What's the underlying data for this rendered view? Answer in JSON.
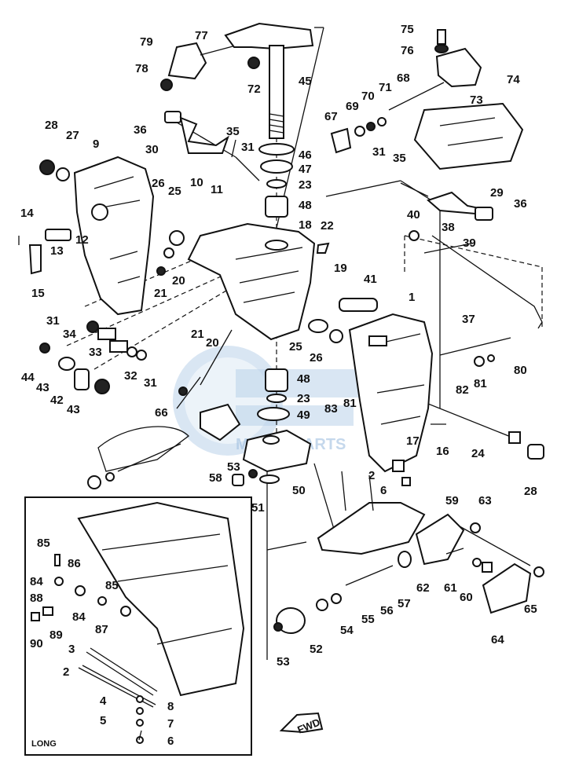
{
  "diagram": {
    "inset_label": "LONG",
    "direction_label": "FWD",
    "watermark_text": "MOTORPARTS"
  },
  "callouts": [
    {
      "id": "c79",
      "text": "79"
    },
    {
      "id": "c77",
      "text": "77"
    },
    {
      "id": "c78",
      "text": "78"
    },
    {
      "id": "c72",
      "text": "72"
    },
    {
      "id": "c45",
      "text": "45"
    },
    {
      "id": "c75",
      "text": "75"
    },
    {
      "id": "c76",
      "text": "76"
    },
    {
      "id": "c74",
      "text": "74"
    },
    {
      "id": "c73",
      "text": "73"
    },
    {
      "id": "c68",
      "text": "68"
    },
    {
      "id": "c71",
      "text": "71"
    },
    {
      "id": "c70",
      "text": "70"
    },
    {
      "id": "c69",
      "text": "69"
    },
    {
      "id": "c67",
      "text": "67"
    },
    {
      "id": "c36a",
      "text": "36"
    },
    {
      "id": "c30",
      "text": "30"
    },
    {
      "id": "c35a",
      "text": "35"
    },
    {
      "id": "c31a",
      "text": "31"
    },
    {
      "id": "c46",
      "text": "46"
    },
    {
      "id": "c47",
      "text": "47"
    },
    {
      "id": "c23a",
      "text": "23"
    },
    {
      "id": "c48a",
      "text": "48"
    },
    {
      "id": "c28a",
      "text": "28"
    },
    {
      "id": "c27",
      "text": "27"
    },
    {
      "id": "c9",
      "text": "9"
    },
    {
      "id": "c26a",
      "text": "26"
    },
    {
      "id": "c25a",
      "text": "25"
    },
    {
      "id": "c10",
      "text": "10"
    },
    {
      "id": "c11",
      "text": "11"
    },
    {
      "id": "c31b",
      "text": "31"
    },
    {
      "id": "c35b",
      "text": "35"
    },
    {
      "id": "c29",
      "text": "29"
    },
    {
      "id": "c36b",
      "text": "36"
    },
    {
      "id": "c14",
      "text": "14"
    },
    {
      "id": "c13",
      "text": "13"
    },
    {
      "id": "c12",
      "text": "12"
    },
    {
      "id": "c15",
      "text": "15"
    },
    {
      "id": "c18",
      "text": "18"
    },
    {
      "id": "c22",
      "text": "22"
    },
    {
      "id": "c20a",
      "text": "20"
    },
    {
      "id": "c21a",
      "text": "21"
    },
    {
      "id": "c19",
      "text": "19"
    },
    {
      "id": "c40",
      "text": "40"
    },
    {
      "id": "c38",
      "text": "38"
    },
    {
      "id": "c39",
      "text": "39"
    },
    {
      "id": "c41",
      "text": "41"
    },
    {
      "id": "c37",
      "text": "37"
    },
    {
      "id": "c1",
      "text": "1"
    },
    {
      "id": "c31c",
      "text": "31"
    },
    {
      "id": "c34",
      "text": "34"
    },
    {
      "id": "c33",
      "text": "33"
    },
    {
      "id": "c44",
      "text": "44"
    },
    {
      "id": "c43a",
      "text": "43"
    },
    {
      "id": "c42",
      "text": "42"
    },
    {
      "id": "c43b",
      "text": "43"
    },
    {
      "id": "c32",
      "text": "32"
    },
    {
      "id": "c31d",
      "text": "31"
    },
    {
      "id": "c21b",
      "text": "21"
    },
    {
      "id": "c20b",
      "text": "20"
    },
    {
      "id": "c25b",
      "text": "25"
    },
    {
      "id": "c26b",
      "text": "26"
    },
    {
      "id": "c80",
      "text": "80"
    },
    {
      "id": "c82",
      "text": "82"
    },
    {
      "id": "c81a",
      "text": "81"
    },
    {
      "id": "c48b",
      "text": "48"
    },
    {
      "id": "c23b",
      "text": "23"
    },
    {
      "id": "c49",
      "text": "49"
    },
    {
      "id": "c66",
      "text": "66"
    },
    {
      "id": "c83",
      "text": "83"
    },
    {
      "id": "c81b",
      "text": "81"
    },
    {
      "id": "c17",
      "text": "17"
    },
    {
      "id": "c16",
      "text": "16"
    },
    {
      "id": "c24",
      "text": "24"
    },
    {
      "id": "c28b",
      "text": "28"
    },
    {
      "id": "c53a",
      "text": "53"
    },
    {
      "id": "c58",
      "text": "58"
    },
    {
      "id": "c51",
      "text": "51"
    },
    {
      "id": "c50",
      "text": "50"
    },
    {
      "id": "c2a",
      "text": "2"
    },
    {
      "id": "c6a",
      "text": "6"
    },
    {
      "id": "c59",
      "text": "59"
    },
    {
      "id": "c63",
      "text": "63"
    },
    {
      "id": "c85a",
      "text": "85"
    },
    {
      "id": "c86",
      "text": "86"
    },
    {
      "id": "c84a",
      "text": "84"
    },
    {
      "id": "c85b",
      "text": "85"
    },
    {
      "id": "c88",
      "text": "88"
    },
    {
      "id": "c84b",
      "text": "84"
    },
    {
      "id": "c87",
      "text": "87"
    },
    {
      "id": "c89",
      "text": "89"
    },
    {
      "id": "c90",
      "text": "90"
    },
    {
      "id": "c3",
      "text": "3"
    },
    {
      "id": "c2b",
      "text": "2"
    },
    {
      "id": "c4",
      "text": "4"
    },
    {
      "id": "c8",
      "text": "8"
    },
    {
      "id": "c5",
      "text": "5"
    },
    {
      "id": "c7",
      "text": "7"
    },
    {
      "id": "c6b",
      "text": "6"
    },
    {
      "id": "c62",
      "text": "62"
    },
    {
      "id": "c61",
      "text": "61"
    },
    {
      "id": "c60",
      "text": "60"
    },
    {
      "id": "c57",
      "text": "57"
    },
    {
      "id": "c56",
      "text": "56"
    },
    {
      "id": "c55",
      "text": "55"
    },
    {
      "id": "c54",
      "text": "54"
    },
    {
      "id": "c53b",
      "text": "53"
    },
    {
      "id": "c52",
      "text": "52"
    },
    {
      "id": "c64",
      "text": "64"
    },
    {
      "id": "c65",
      "text": "65"
    }
  ]
}
